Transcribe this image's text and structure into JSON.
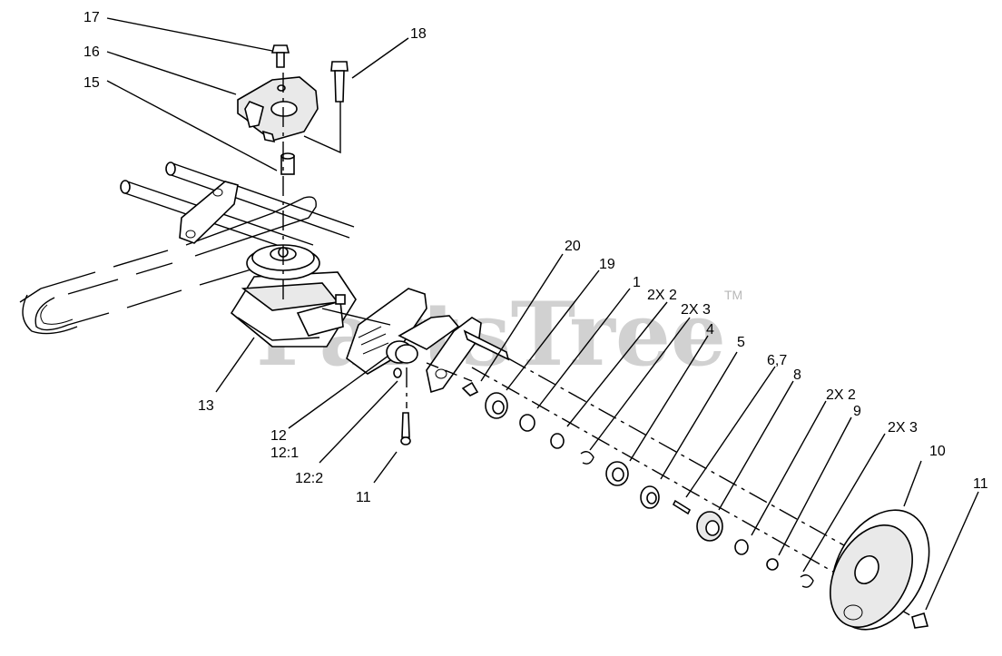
{
  "watermark": {
    "text": "PartsTree",
    "trademark": "TM"
  },
  "callouts": [
    "17",
    "16",
    "15",
    "18",
    "13",
    "12",
    "12:1",
    "12:2",
    "11",
    "20",
    "19",
    "1",
    "2X 2",
    "2X 3",
    "4",
    "5",
    "6,7",
    "8",
    "2X 2",
    "9",
    "2X 3",
    "10",
    "11"
  ]
}
